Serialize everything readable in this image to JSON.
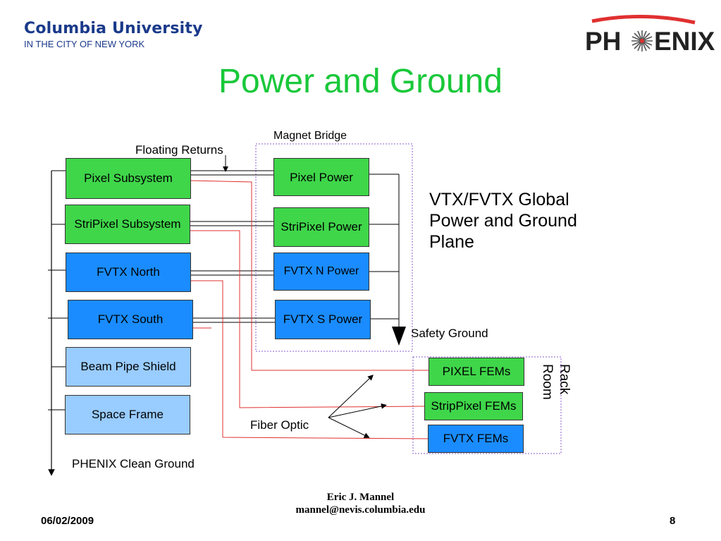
{
  "header": {
    "university": "Columbia University",
    "university_sub": "IN THE CITY OF NEW YORK",
    "logo": {
      "left": "PH",
      "right": "ENIX",
      "icon": "star-burst-icon",
      "accent": "#e03030"
    }
  },
  "title": "Power and Ground",
  "labels": {
    "magnet_bridge": "Magnet Bridge",
    "floating_returns": "Floating Returns",
    "vtx_plane": "VTX/FVTX Global\nPower and Ground\nPlane",
    "safety_ground": "Safety Ground",
    "rack_room": "Rack\nRoom",
    "fiber_optic": "Fiber Optic",
    "clean_ground": "PHENIX Clean Ground"
  },
  "subsystems": [
    {
      "label": "Pixel Subsystem",
      "color": "#3fd64a"
    },
    {
      "label": "StriPixel Subsystem",
      "color": "#3fd64a"
    },
    {
      "label": "FVTX North",
      "color": "#1a8cff"
    },
    {
      "label": "FVTX South",
      "color": "#1a8cff"
    },
    {
      "label": "Beam Pipe Shield",
      "color": "#99ccff"
    },
    {
      "label": "Space Frame",
      "color": "#99ccff"
    }
  ],
  "power_supplies": [
    {
      "label": "Pixel Power",
      "color": "#3fd64a"
    },
    {
      "label": "StriPixel Power",
      "color": "#3fd64a"
    },
    {
      "label": "FVTX N Power",
      "color": "#1a8cff"
    },
    {
      "label": "FVTX S Power",
      "color": "#1a8cff"
    }
  ],
  "fems": [
    {
      "label": "PIXEL FEMs",
      "color": "#3fd64a"
    },
    {
      "label": "StripPixel FEMs",
      "color": "#3fd64a"
    },
    {
      "label": "FVTX FEMs",
      "color": "#1a8cff"
    }
  ],
  "colors": {
    "signal_wire": "#e03030",
    "power_wire": "#000000",
    "dotted_frame": "#8a5ccc",
    "title": "#19c83a"
  },
  "footer": {
    "author": "Eric J. Mannel\nmannel@nevis.columbia.edu",
    "date": "06/02/2009",
    "page": "8"
  }
}
